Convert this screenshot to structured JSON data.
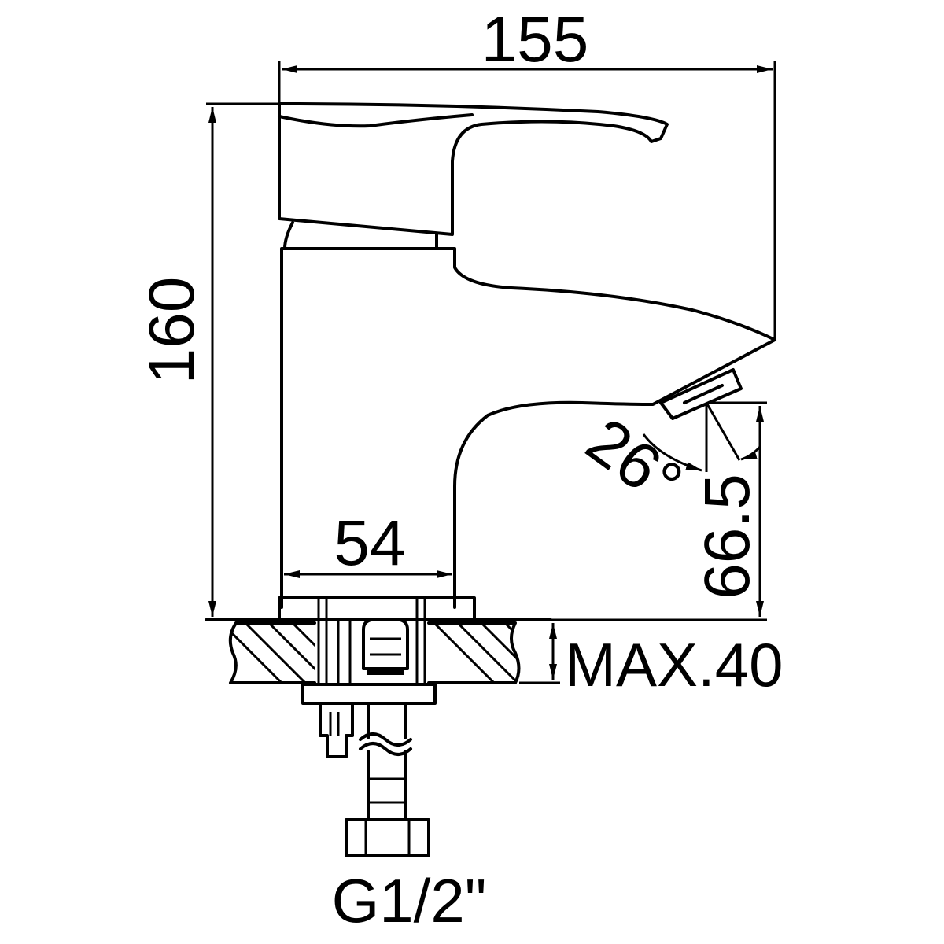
{
  "dimensions": {
    "total_width": "155",
    "total_height": "160",
    "spout_height": "66.5",
    "base_width": "54",
    "spout_angle": "26°",
    "max_counter_thickness": "MAX.40",
    "connection_thread": "G1/2\""
  },
  "colors": {
    "line": "#000000",
    "background": "#ffffff"
  }
}
